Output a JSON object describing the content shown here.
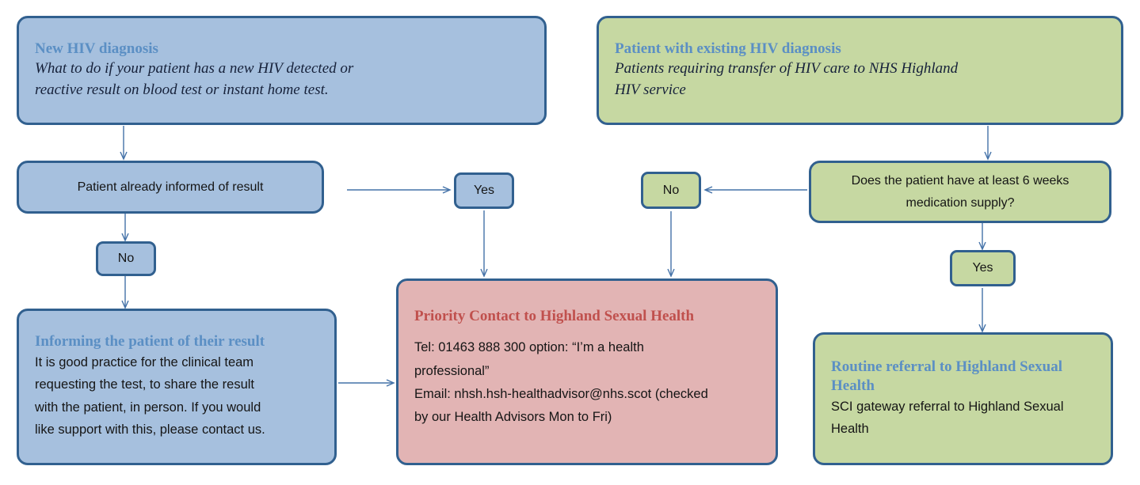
{
  "theme": {
    "border": "#31608F",
    "blue_fill": "#A6C0DE",
    "green_fill": "#C6D8A2",
    "red_fill": "#E2B4B4",
    "title_blue": "#5B8FC4",
    "title_red": "#C0504D",
    "arrow": "#4472A8"
  },
  "nodes": {
    "new_diagnosis": {
      "title": "New HIV diagnosis",
      "line1": "What to do if your patient has a new HIV detected or",
      "line2": "reactive result on blood test or instant home test."
    },
    "existing_diagnosis": {
      "title": "Patient with existing HIV diagnosis",
      "line1": "Patients requiring transfer of HIV care to NHS Highland",
      "line2": "HIV service"
    },
    "already_informed": {
      "text": "Patient already informed of result"
    },
    "medication_supply": {
      "line1": "Does the patient have at least 6 weeks",
      "line2": "medication supply?"
    },
    "informing_patient": {
      "title": "Informing the patient of their result",
      "line1": "It is good practice for the clinical team",
      "line2": "requesting the test, to share the result",
      "line3": "with the patient, in person. If you would",
      "line4": "like support with this, please contact us."
    },
    "priority_contact": {
      "title": "Priority Contact to Highland Sexual Health",
      "line1": "Tel: 01463 888 300 option: “I’m a health",
      "line2": "professional”",
      "line3": "Email: nhsh.hsh-healthadvisor@nhs.scot (checked",
      "line4": "by our Health Advisors Mon to Fri)"
    },
    "routine_referral": {
      "title_line1": "Routine referral to Highland Sexual",
      "title_line2": "Health",
      "line1": "SCI gateway referral to Highland Sexual",
      "line2": "Health"
    }
  },
  "chips": {
    "yes_left": "Yes",
    "no_left": "No",
    "no_right": "No",
    "yes_right": "Yes"
  }
}
